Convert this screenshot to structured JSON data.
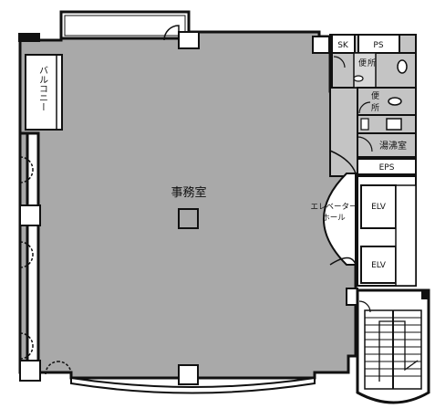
{
  "rooms": {
    "office": "事務室",
    "balcony": "バルコニー",
    "elevator_hall": "エレベーターホール",
    "elevator_hall_line1": "エレベーター",
    "elevator_hall_line2": "ホール",
    "sk": "SK",
    "ps": "PS",
    "toilet": "便所",
    "toilet_a_char1": "便",
    "toilet_a_char2": "所",
    "toilet_b_char1": "便",
    "toilet_b_char2": "所",
    "kitchenette": "湯沸室",
    "eps": "EPS",
    "elv_upper": "ELV",
    "elv_lower": "ELV"
  },
  "colors": {
    "floor_fill": "#a9a9a9",
    "wall": "#111111",
    "service_fill": "#c4c4c4",
    "background": "#ffffff"
  }
}
